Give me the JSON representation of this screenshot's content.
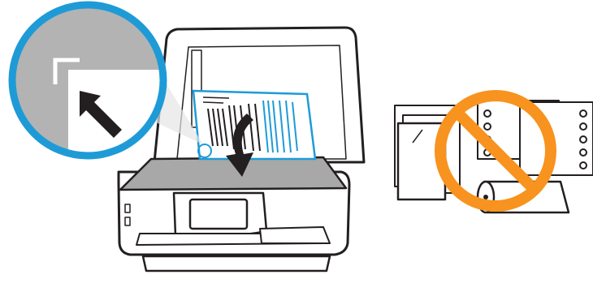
{
  "illustration": {
    "accent_color": "#1e9bd7",
    "prohibit_color": "#f7931e",
    "outline_color": "#231f20",
    "glass_color": "#a8a8a8",
    "zoom_background": "#b3b3b3",
    "icons": [
      "magnifier-callout",
      "corner-guide-arrow",
      "placement-arrow",
      "prohibited-sign",
      "paper-roll"
    ]
  }
}
